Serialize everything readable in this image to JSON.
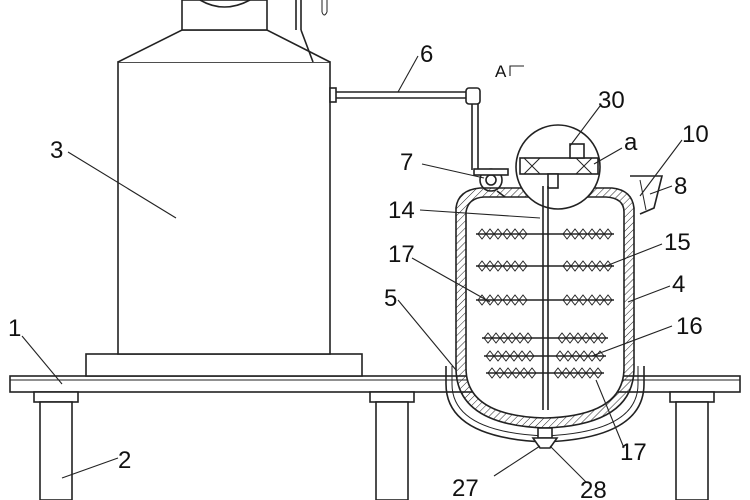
{
  "labels": {
    "l1": "1",
    "l2": "2",
    "l3": "3",
    "l4": "4",
    "l5": "5",
    "l6": "6",
    "l7": "7",
    "l8": "8",
    "l10": "10",
    "l14": "14",
    "l15": "15",
    "l16": "16",
    "l17a": "17",
    "l17b": "17",
    "l27": "27",
    "l28": "28",
    "l30": "30",
    "la": "a",
    "section": "A"
  }
}
